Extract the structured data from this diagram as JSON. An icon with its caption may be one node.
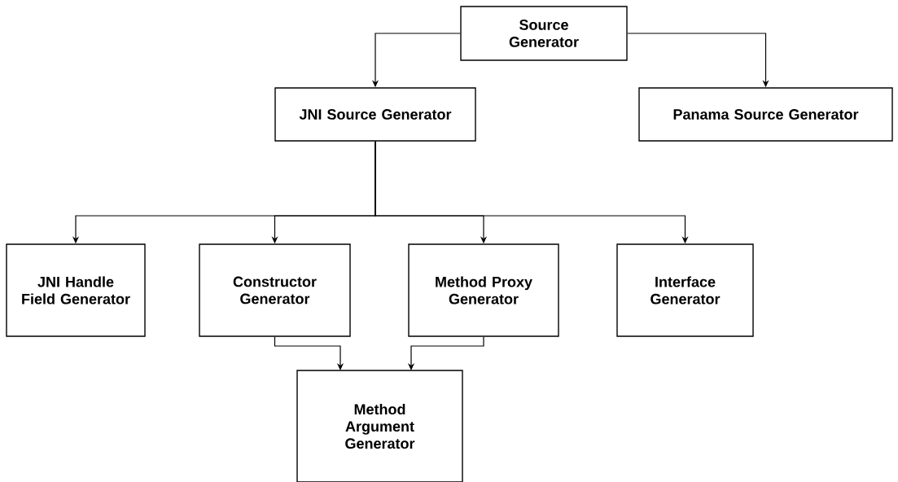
{
  "diagram": {
    "nodes": [
      {
        "text": [
          "Source Generator"
        ]
      },
      {
        "text": [
          "JNI Source Generator"
        ]
      },
      {
        "text": [
          "Panama Source Generator"
        ]
      },
      {
        "text": [
          "JNI Handle Field Generator"
        ]
      },
      {
        "text": [
          "Constructor Generator"
        ]
      },
      {
        "text": [
          "Method Proxy Generator"
        ]
      },
      {
        "text": [
          "Interface Generator"
        ]
      },
      {
        "text": [
          "Method Argument Generator"
        ]
      }
    ],
    "edges": [
      {
        "from": 0,
        "to": 1,
        "arrow": "to"
      },
      {
        "from": 0,
        "to": 2,
        "arrow": "to"
      },
      {
        "from": 1,
        "to": 3,
        "arrow": "to"
      },
      {
        "from": 1,
        "to": 4,
        "arrow": "to"
      },
      {
        "from": 1,
        "to": 5,
        "arrow": "to"
      },
      {
        "from": 1,
        "to": 6,
        "arrow": "to"
      },
      {
        "from": 4,
        "to": 7,
        "arrow": "to"
      },
      {
        "from": 5,
        "to": 7,
        "arrow": "to"
      }
    ]
  }
}
